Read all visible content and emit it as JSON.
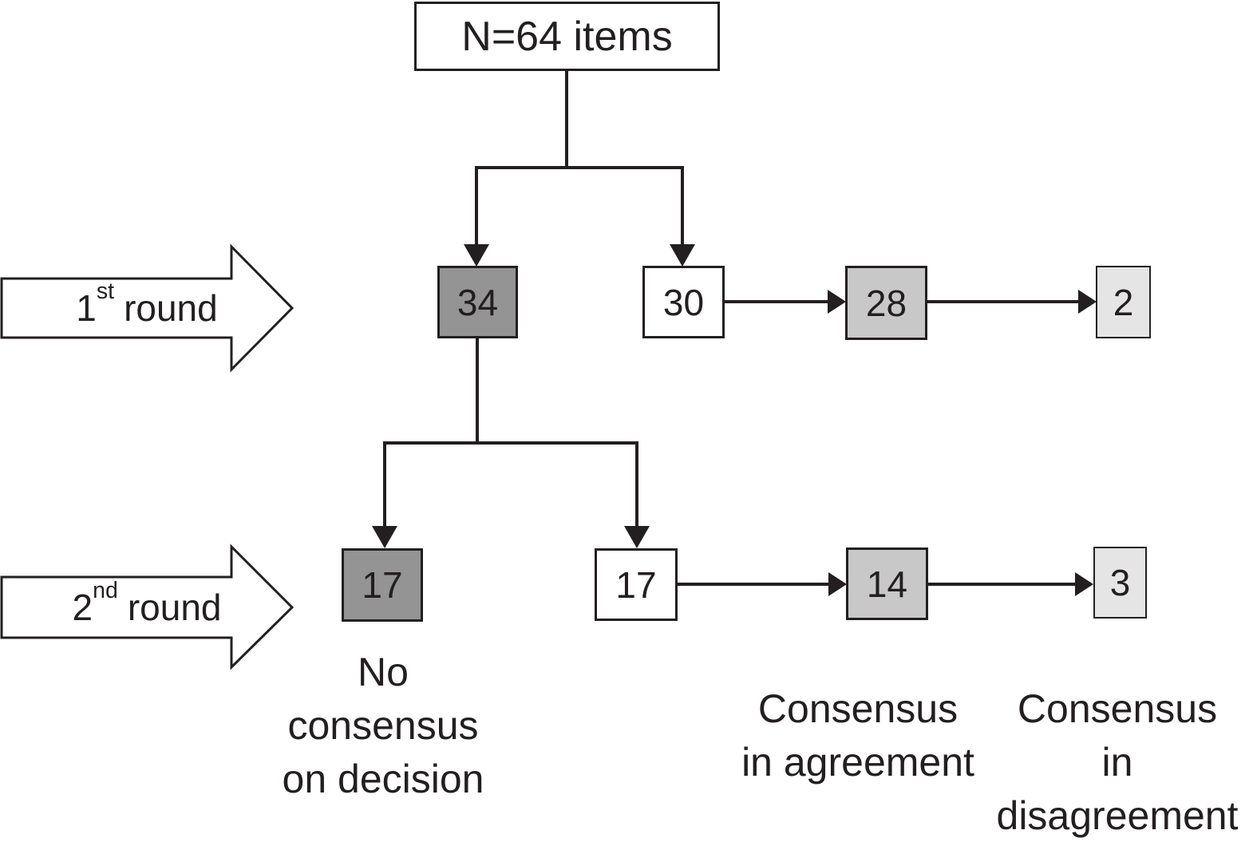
{
  "diagram": {
    "root": {
      "label": "N=64 items"
    },
    "round_markers": [
      {
        "ordinal": "1",
        "suffix": "st",
        "word": "round"
      },
      {
        "ordinal": "2",
        "suffix": "nd",
        "word": "round"
      }
    ],
    "nodes": [
      {
        "id": "round1-no-consensus",
        "value": "34",
        "shade": "dark"
      },
      {
        "id": "round1-consensus",
        "value": "30",
        "shade": "white"
      },
      {
        "id": "round1-agreement",
        "value": "28",
        "shade": "medium"
      },
      {
        "id": "round1-disagreement",
        "value": "2",
        "shade": "light"
      },
      {
        "id": "round2-no-consensus",
        "value": "17",
        "shade": "dark"
      },
      {
        "id": "round2-consensus",
        "value": "17",
        "shade": "white"
      },
      {
        "id": "round2-agreement",
        "value": "14",
        "shade": "medium"
      },
      {
        "id": "round2-disagreement",
        "value": "3",
        "shade": "light"
      }
    ],
    "captions": {
      "no_consensus": {
        "lines": [
          "No",
          "consensus",
          "on decision"
        ]
      },
      "agreement": {
        "lines": [
          "Consensus",
          "in agreement"
        ]
      },
      "disagreement": {
        "lines": [
          "Consensus",
          "in",
          "disagreement"
        ]
      }
    },
    "colors": {
      "dark_box": "#949494",
      "medium_box": "#c8c8c8",
      "light_box": "#e5e5e5",
      "white_box": "#ffffff",
      "line": "#231f20"
    }
  }
}
